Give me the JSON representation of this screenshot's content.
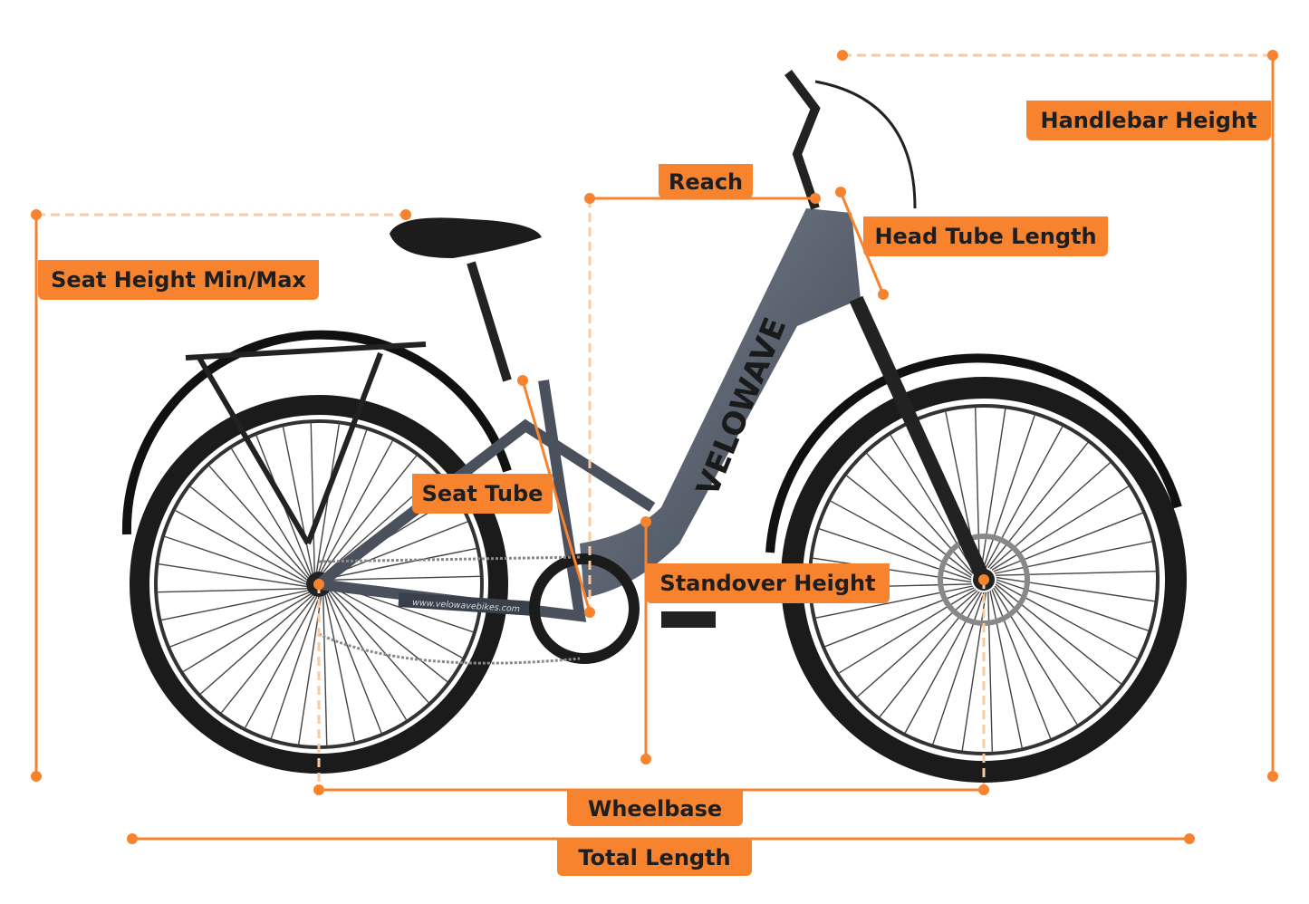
{
  "accent_color": "#F7832E",
  "frame_color": "#5a6270",
  "brand_logo": "VELOWAVE",
  "frame_url_text": "www.velowavebikes.com",
  "labels": {
    "seat_height": "Seat Height Min/Max",
    "handlebar_height": "Handlebar Height",
    "reach": "Reach",
    "head_tube_length": "Head Tube Length",
    "seat_tube": "Seat Tube",
    "standover_height": "Standover Height",
    "wheelbase": "Wheelbase",
    "total_length": "Total Length"
  }
}
